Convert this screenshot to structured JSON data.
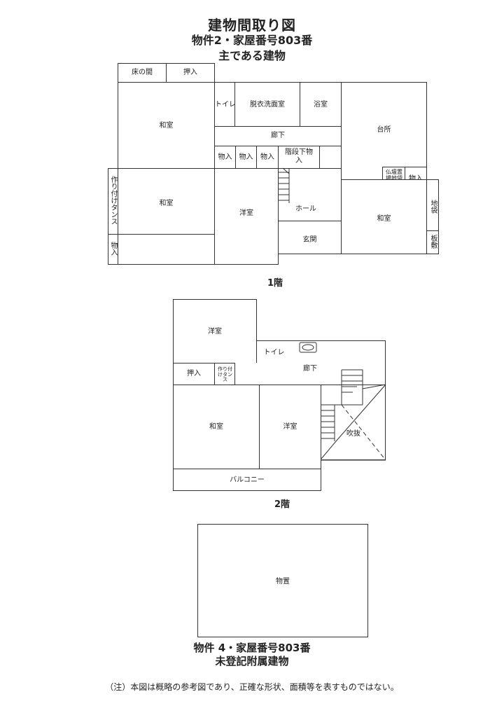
{
  "header": {
    "title": "建物間取り図",
    "subtitle": "物件2・家屋番号803番",
    "building_label": "主である建物"
  },
  "floor1": {
    "label": "1階",
    "rooms": {
      "tokonoma": "床の間",
      "oshiire": "押入",
      "washitsu_nw": "和室",
      "toilet": "トイレ",
      "dressing": "脱衣洗面室",
      "bath": "浴室",
      "kitchen": "台所",
      "hallway": "廊下",
      "storage_1": "物入",
      "storage_2": "物入",
      "storage_3": "物入",
      "under_stairs": "階段下物入",
      "butsudan": "仏壇置場地袋",
      "storage_4": "物入",
      "built_in_closet": "作り付けタンス",
      "washitsu_w": "和室",
      "western_room": "洋室",
      "hall": "ホール",
      "washitsu_e": "和室",
      "jibukuro": "地袋",
      "itajiki": "板敷",
      "storage_w": "物入",
      "entrance": "玄関"
    }
  },
  "floor2": {
    "label": "2階",
    "rooms": {
      "western_n": "洋室",
      "toilet": "トイレ",
      "oshiire": "押入",
      "closet": "作り付けタンス",
      "hallway": "廊下",
      "washitsu": "和室",
      "western_s": "洋室",
      "void": "吹抜",
      "balcony": "バルコニー"
    }
  },
  "annex": {
    "room": "物置",
    "caption1": "物件 4・家屋番号803番",
    "caption2": "未登記附属建物"
  },
  "note": "（注）本図は概略の参考図であり、正確な形状、面積等を表すものではない。"
}
